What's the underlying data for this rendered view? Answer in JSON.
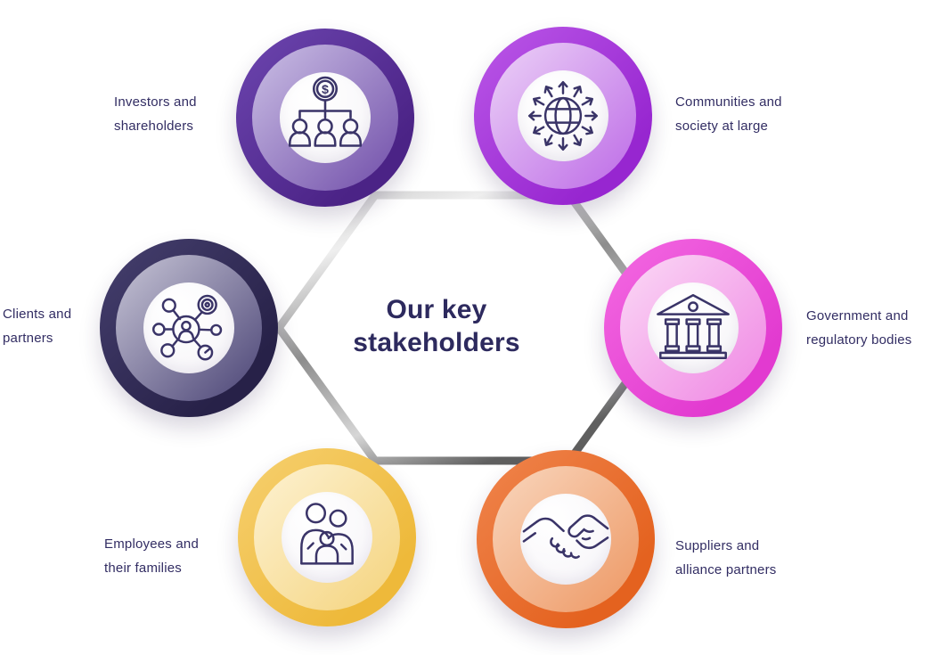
{
  "title": "Our key\nstakeholders",
  "colors": {
    "title": "#2d2a5e",
    "label": "#322d63",
    "icon_stroke": "#3a3468",
    "background": "#ffffff"
  },
  "hexagon": {
    "frame_colors": [
      "#c2c2c2",
      "#efefef",
      "#8d8d8d",
      "#d6d6d6",
      "#5f5f5f"
    ]
  },
  "stakeholders": [
    {
      "id": "investors",
      "label": "Investors and\nshareholders",
      "icon": "shareholders-org-chart-icon",
      "dollar_sign": "$",
      "colors": {
        "o1": "#6d46b0",
        "o2": "#4b2386",
        "i1": "#cbbfe5",
        "i2": "#7e5fb2"
      }
    },
    {
      "id": "communities",
      "label": "Communities and\nsociety at large",
      "icon": "globe-arrows-icon",
      "colors": {
        "o1": "#bb58e8",
        "o2": "#9726d0",
        "i1": "#ecd2f7",
        "i2": "#c47ae9"
      }
    },
    {
      "id": "government",
      "label": "Government and\nregulatory bodies",
      "icon": "bank-building-icon",
      "colors": {
        "o1": "#f46ae2",
        "o2": "#e23ad0",
        "i1": "#fbd9f6",
        "i2": "#f193e6"
      }
    },
    {
      "id": "suppliers",
      "label": "Suppliers and\nalliance partners",
      "icon": "handshake-icon",
      "colors": {
        "o1": "#f0854d",
        "o2": "#e4621f",
        "i1": "#f9d6bd",
        "i2": "#efa171"
      }
    },
    {
      "id": "employees",
      "label": "Employees and\ntheir families",
      "icon": "family-icon",
      "colors": {
        "o1": "#f6d070",
        "o2": "#eeb93a",
        "i1": "#fdf2d2",
        "i2": "#f6d88a"
      }
    },
    {
      "id": "clients",
      "label": "Clients and\npartners",
      "icon": "person-network-icon",
      "colors": {
        "o1": "#46406f",
        "o2": "#272148",
        "i1": "#c7c5d6",
        "i2": "#5d5784"
      }
    }
  ]
}
